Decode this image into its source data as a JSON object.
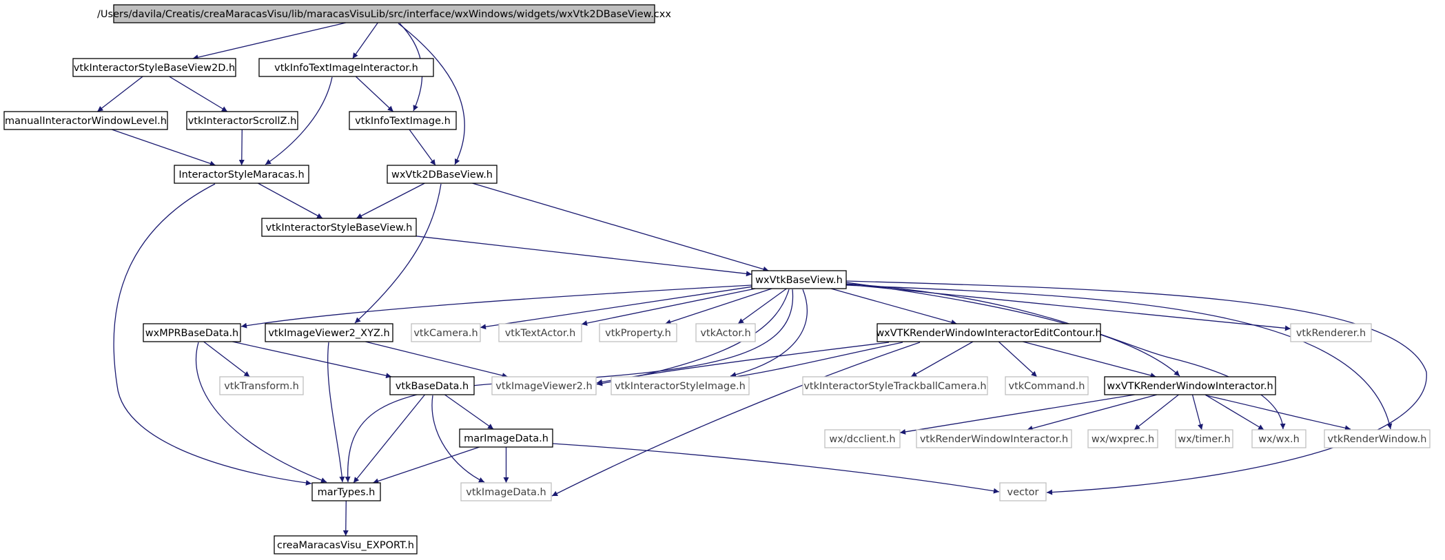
{
  "diagram": {
    "type": "include-dependency-graph",
    "colors": {
      "edge": "#191970",
      "root_fill": "#bfbfbf",
      "node_border": "#000000",
      "external_border": "#bfbfbf",
      "external_text": "#404040",
      "text": "#000000"
    },
    "nodes": [
      {
        "id": "root",
        "label": "/Users/davila/Creatis/creaMaracasVisu/lib/maracasVisuLib/src/interface/wxWindows/widgets/wxVtk2DBaseView.cxx",
        "kind": "root"
      },
      {
        "id": "isbv2d",
        "label": "vtkInteractorStyleBaseView2D.h",
        "kind": "doc"
      },
      {
        "id": "itii",
        "label": "vtkInfoTextImageInteractor.h",
        "kind": "doc"
      },
      {
        "id": "miwl",
        "label": "manualInteractorWindowLevel.h",
        "kind": "doc"
      },
      {
        "id": "iscz",
        "label": "vtkInteractorScrollZ.h",
        "kind": "doc"
      },
      {
        "id": "iti",
        "label": "vtkInfoTextImage.h",
        "kind": "doc"
      },
      {
        "id": "ism",
        "label": "InteractorStyleMaracas.h",
        "kind": "doc"
      },
      {
        "id": "wx2d",
        "label": "wxVtk2DBaseView.h",
        "kind": "doc"
      },
      {
        "id": "isbv",
        "label": "vtkInteractorStyleBaseView.h",
        "kind": "doc"
      },
      {
        "id": "wxbv",
        "label": "wxVtkBaseView.h",
        "kind": "doc"
      },
      {
        "id": "mpr",
        "label": "wxMPRBaseData.h",
        "kind": "doc"
      },
      {
        "id": "iv2xyz",
        "label": "vtkImageViewer2_XYZ.h",
        "kind": "doc"
      },
      {
        "id": "cam",
        "label": "vtkCamera.h",
        "kind": "ext"
      },
      {
        "id": "ta",
        "label": "vtkTextActor.h",
        "kind": "ext"
      },
      {
        "id": "prop",
        "label": "vtkProperty.h",
        "kind": "ext"
      },
      {
        "id": "actor",
        "label": "vtkActor.h",
        "kind": "ext"
      },
      {
        "id": "rwiec",
        "label": "wxVTKRenderWindowInteractorEditContour.h",
        "kind": "doc"
      },
      {
        "id": "ren",
        "label": "vtkRenderer.h",
        "kind": "ext"
      },
      {
        "id": "trans",
        "label": "vtkTransform.h",
        "kind": "ext"
      },
      {
        "id": "bd",
        "label": "vtkBaseData.h",
        "kind": "doc"
      },
      {
        "id": "iv2",
        "label": "vtkImageViewer2.h",
        "kind": "ext"
      },
      {
        "id": "isi",
        "label": "vtkInteractorStyleImage.h",
        "kind": "ext"
      },
      {
        "id": "istc",
        "label": "vtkInteractorStyleTrackballCamera.h",
        "kind": "ext"
      },
      {
        "id": "cmd",
        "label": "vtkCommand.h",
        "kind": "ext"
      },
      {
        "id": "rwi",
        "label": "wxVTKRenderWindowInteractor.h",
        "kind": "doc"
      },
      {
        "id": "mid",
        "label": "marImageData.h",
        "kind": "doc"
      },
      {
        "id": "dcc",
        "label": "wx/dcclient.h",
        "kind": "ext"
      },
      {
        "id": "vrwi",
        "label": "vtkRenderWindowInteractor.h",
        "kind": "ext"
      },
      {
        "id": "wxprec",
        "label": "wx/wxprec.h",
        "kind": "ext"
      },
      {
        "id": "timer",
        "label": "wx/timer.h",
        "kind": "ext"
      },
      {
        "id": "wxwx",
        "label": "wx/wx.h",
        "kind": "ext"
      },
      {
        "id": "rw",
        "label": "vtkRenderWindow.h",
        "kind": "ext"
      },
      {
        "id": "mt",
        "label": "marTypes.h",
        "kind": "doc"
      },
      {
        "id": "idata",
        "label": "vtkImageData.h",
        "kind": "ext"
      },
      {
        "id": "vec",
        "label": "vector",
        "kind": "ext"
      },
      {
        "id": "exp",
        "label": "creaMaracasVisu_EXPORT.h",
        "kind": "doc"
      }
    ],
    "edges": [
      [
        "root",
        "isbv2d"
      ],
      [
        "root",
        "itii"
      ],
      [
        "root",
        "iti"
      ],
      [
        "root",
        "wx2d"
      ],
      [
        "isbv2d",
        "miwl"
      ],
      [
        "isbv2d",
        "iscz"
      ],
      [
        "itii",
        "ism"
      ],
      [
        "itii",
        "iti"
      ],
      [
        "miwl",
        "ism"
      ],
      [
        "iscz",
        "ism"
      ],
      [
        "iti",
        "wx2d"
      ],
      [
        "ism",
        "isbv"
      ],
      [
        "ism",
        "mt"
      ],
      [
        "wx2d",
        "isbv"
      ],
      [
        "wx2d",
        "iv2xyz"
      ],
      [
        "wx2d",
        "wxbv"
      ],
      [
        "isbv",
        "wxbv"
      ],
      [
        "wxbv",
        "mpr"
      ],
      [
        "wxbv",
        "cam"
      ],
      [
        "wxbv",
        "ta"
      ],
      [
        "wxbv",
        "prop"
      ],
      [
        "wxbv",
        "actor"
      ],
      [
        "wxbv",
        "rwiec"
      ],
      [
        "wxbv",
        "ren"
      ],
      [
        "wxbv",
        "rw"
      ],
      [
        "wxbv",
        "vec"
      ],
      [
        "wxbv",
        "iv2"
      ],
      [
        "wxbv",
        "isi"
      ],
      [
        "wxbv",
        "mt"
      ],
      [
        "wxbv",
        "rwi"
      ],
      [
        "wxbv",
        "wxwx"
      ],
      [
        "mpr",
        "trans"
      ],
      [
        "mpr",
        "bd"
      ],
      [
        "mpr",
        "mt"
      ],
      [
        "iv2xyz",
        "iv2"
      ],
      [
        "iv2xyz",
        "mt"
      ],
      [
        "rwiec",
        "iv2"
      ],
      [
        "rwiec",
        "isi"
      ],
      [
        "rwiec",
        "istc"
      ],
      [
        "rwiec",
        "cmd"
      ],
      [
        "rwiec",
        "rwi"
      ],
      [
        "rwiec",
        "idata"
      ],
      [
        "bd",
        "mid"
      ],
      [
        "bd",
        "mt"
      ],
      [
        "bd",
        "idata"
      ],
      [
        "rwi",
        "dcc"
      ],
      [
        "rwi",
        "vrwi"
      ],
      [
        "rwi",
        "wxprec"
      ],
      [
        "rwi",
        "timer"
      ],
      [
        "rwi",
        "wxwx"
      ],
      [
        "rwi",
        "rw"
      ],
      [
        "mid",
        "mt"
      ],
      [
        "mid",
        "idata"
      ],
      [
        "mid",
        "vec"
      ],
      [
        "mt",
        "exp"
      ]
    ]
  }
}
